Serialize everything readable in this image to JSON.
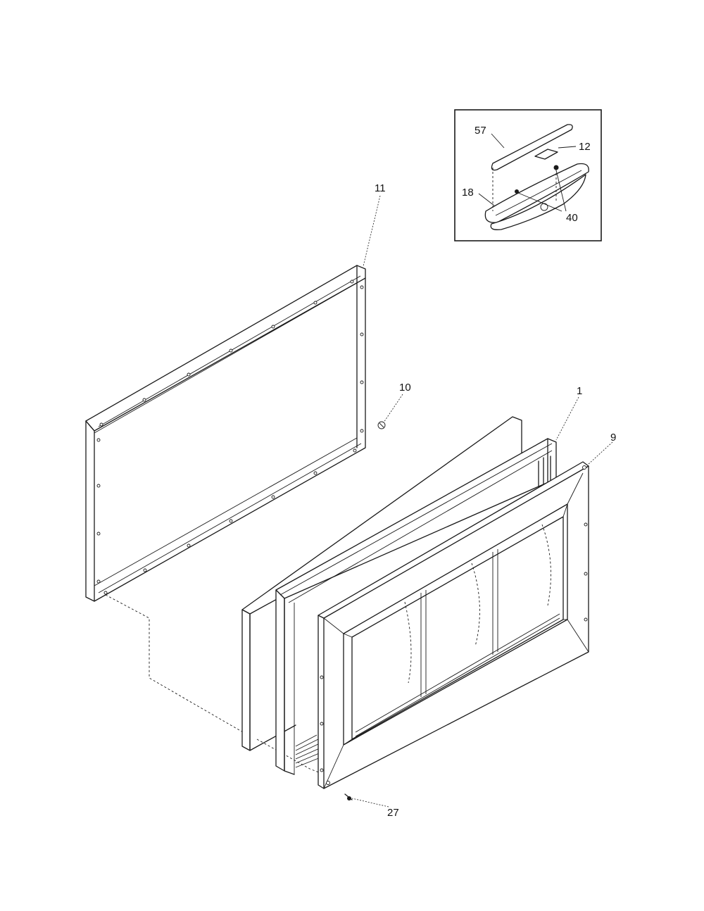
{
  "callouts": {
    "c1": "1",
    "c9": "9",
    "c10": "10",
    "c11": "11",
    "c27": "27",
    "inset_57": "57",
    "inset_12": "12",
    "inset_18": "18",
    "inset_40": "40"
  },
  "colors": {
    "line": "#1a1a1a",
    "background": "#ffffff"
  }
}
